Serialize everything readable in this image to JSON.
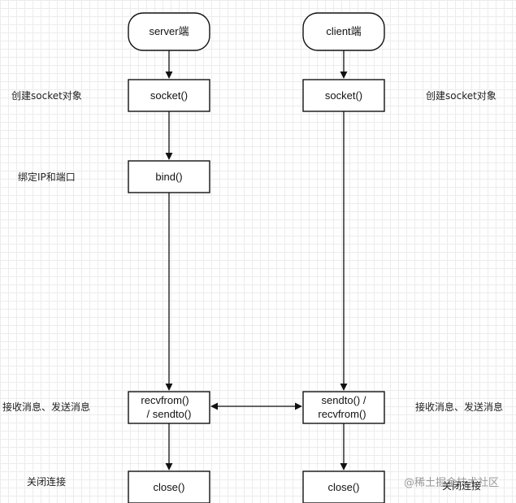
{
  "server": {
    "title": "server端",
    "steps": {
      "socket": "socket()",
      "bind": "bind()",
      "recv_line1": "recvfrom()",
      "recv_line2": "/ sendto()",
      "close": "close()"
    }
  },
  "client": {
    "title": "client端",
    "steps": {
      "socket": "socket()",
      "send_line1": "sendto()  /",
      "send_line2": "recvfrom()",
      "close": "close()"
    }
  },
  "labels": {
    "create_left": "创建socket对象",
    "bind_left": "绑定IP和端口",
    "msg_left": "接收消息、发送消息",
    "close_left": "关闭连接",
    "create_right": "创建socket对象",
    "msg_right": "接收消息、发送消息",
    "close_right": "关闭连接"
  },
  "watermark": "@稀土掘金技术社区",
  "colors": {
    "stroke": "#111111",
    "grid": "#ececec",
    "watermark": "#9a9a9a"
  }
}
